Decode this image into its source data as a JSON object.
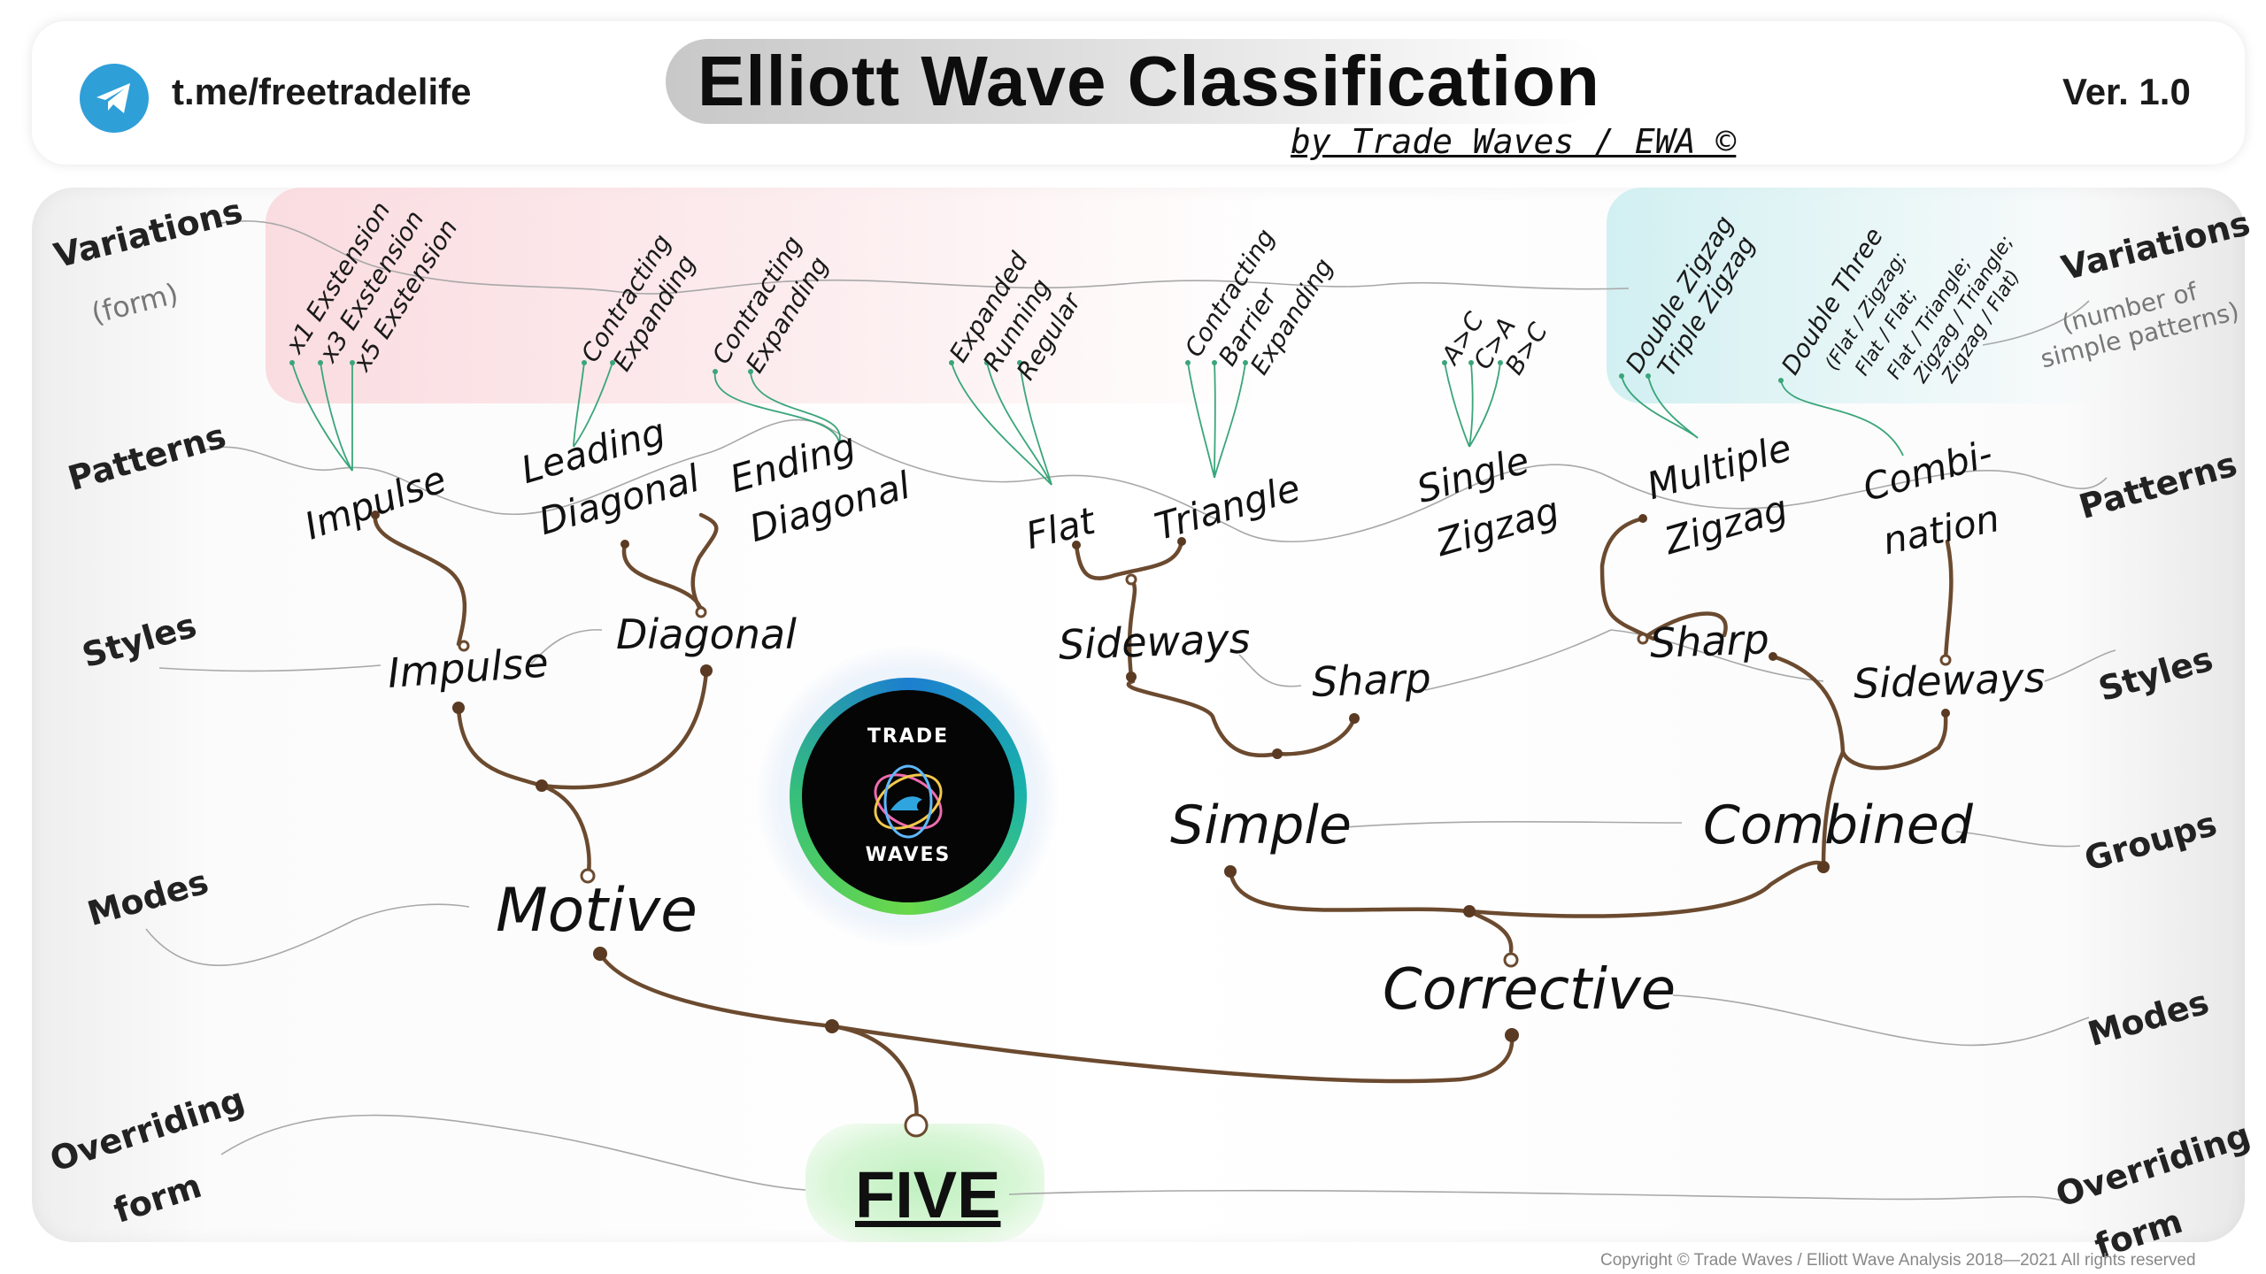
{
  "header": {
    "telegram_link": "t.me/freetradelife",
    "title": "Elliott Wave Classification",
    "byline": "by Trade Waves / EWA ©",
    "version": "Ver. 1.0"
  },
  "left_levels": {
    "variations": "Variations",
    "variations_sub": "(form)",
    "patterns": "Patterns",
    "styles": "Styles",
    "modes": "Modes",
    "overriding_line1": "Overriding",
    "overriding_line2": "form"
  },
  "right_levels": {
    "variations": "Variations",
    "variations_sub1": "(number of",
    "variations_sub2": "simple patterns)",
    "patterns": "Patterns",
    "styles": "Styles",
    "groups": "Groups",
    "modes": "Modes",
    "overriding_line1": "Overriding",
    "overriding_line2": "form"
  },
  "tree": {
    "root": "FIVE",
    "modes": {
      "motive": "Motive",
      "corrective": "Corrective"
    },
    "groups": {
      "simple": "Simple",
      "combined": "Combined"
    },
    "styles": {
      "impulse": "Impulse",
      "diagonal": "Diagonal",
      "sideways_simple": "Sideways",
      "sharp_simple": "Sharp",
      "sharp_combined": "Sharp",
      "sideways_combined": "Sideways"
    },
    "patterns": {
      "impulse": "Impulse",
      "leading_diagonal_1": "Leading",
      "leading_diagonal_2": "Diagonal",
      "ending_diagonal_1": "Ending",
      "ending_diagonal_2": "Diagonal",
      "flat": "Flat",
      "triangle": "Triangle",
      "single_zigzag_1": "Single",
      "single_zigzag_2": "Zigzag",
      "multiple_zigzag_1": "Multiple",
      "multiple_zigzag_2": "Zigzag",
      "combination_1": "Combi-",
      "combination_2": "nation"
    },
    "variations": {
      "impulse": [
        "x1 Exstension",
        "x3 Exstension",
        "x5 Exstension"
      ],
      "leading_diagonal": [
        "Contracting",
        "Expanding"
      ],
      "ending_diagonal": [
        "Contracting",
        "Expanding"
      ],
      "flat": [
        "Expanded",
        "Running",
        "Regular"
      ],
      "triangle": [
        "Contracting",
        "Barrier",
        "Expanding"
      ],
      "single_zigzag": [
        "A>C",
        "C>A",
        "B>C"
      ],
      "multiple_zigzag": [
        "Double Zigzag",
        "Triple Zigzag"
      ],
      "combination": [
        "Double Three",
        "(Flat / Zigzag;",
        "Flat / Flat;",
        "Flat / Triangle;",
        "Zigzag / Triangle;",
        "Zigzag / Flat)"
      ]
    }
  },
  "logo": {
    "line1": "TRADE",
    "line2": "WAVES"
  },
  "copyright": "Copyright © Trade Waves / Elliott Wave Analysis 2018—2021 All rights reserved",
  "colors": {
    "branch": "#6b4a2f",
    "thin_line": "#9a9a9a",
    "variation_line": "#3aa57a",
    "telegram": "#2f9fd8"
  }
}
